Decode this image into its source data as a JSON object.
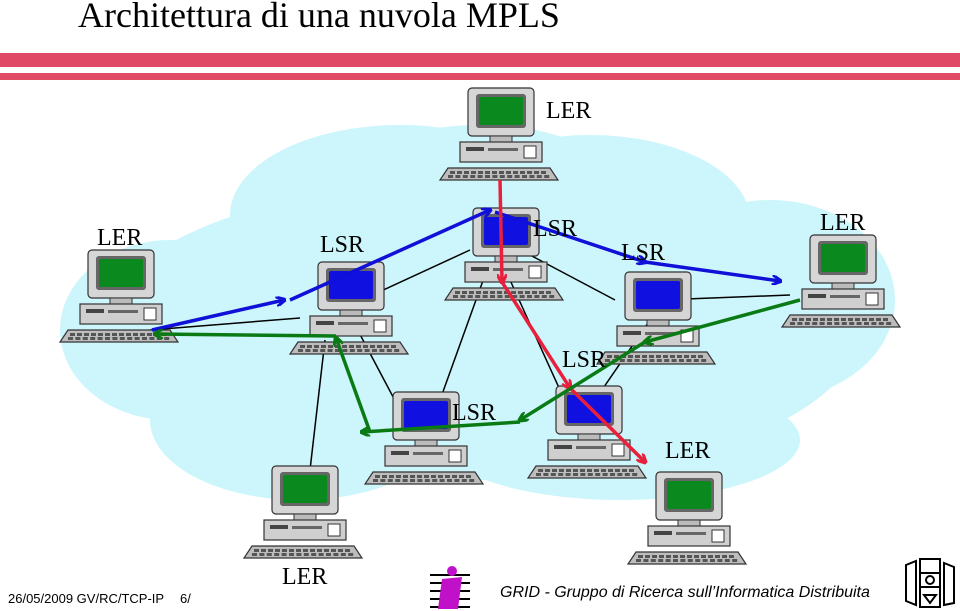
{
  "slide": {
    "title": "Architettura di una nuvola MPLS",
    "footer": {
      "date_code": "26/05/2009 GV/RC/TCP-IP",
      "page": "6/",
      "group": "GRID - Gruppo di Ricerca sull’Informatica Distribuita"
    }
  },
  "diagram": {
    "cloud_color": "#ccf6fb",
    "label_ler": "LER",
    "label_lsr": "LSR",
    "arrow_colors": {
      "blue": "#1010d8",
      "red": "#e8203c",
      "green": "#0a7a14"
    },
    "screen_colors": {
      "ler": "#0a8a1e",
      "lsr": "#1010e0"
    }
  }
}
